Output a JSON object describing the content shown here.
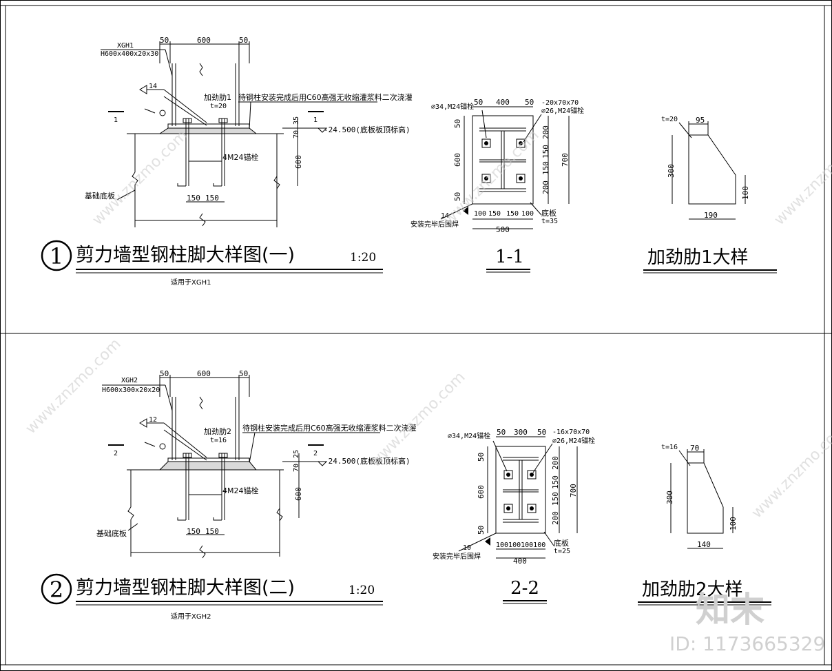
{
  "detail1": {
    "number": "1",
    "title": "剪力墙型钢柱脚大样图(一)",
    "scale": "1:20",
    "applies": "适用于XGH1",
    "column_name": "XGH1",
    "column_size": "H600x400x20x30",
    "dim_left": "50",
    "dim_mid": "600",
    "dim_right": "50",
    "angle": "14",
    "stiffener_label": "加劲肋1",
    "stiffener_t": "t=20",
    "grout_note": "待钢柱安装完成后用C60高强无收缩灌浆料二次浇灌",
    "section_mark": "1",
    "elev_note": "-24.500(底板板顶标高)",
    "dim_70": "70",
    "dim_35": "35",
    "dim_600v": "600",
    "anchor_label": "4M24锚栓",
    "base_label": "基础底板",
    "dim_150a": "150",
    "dim_150b": "150"
  },
  "detail2": {
    "number": "2",
    "title": "剪力墙型钢柱脚大样图(二)",
    "scale": "1:20",
    "applies": "适用于XGH2",
    "column_name": "XGH2",
    "column_size": "H600x300x20x20",
    "dim_left": "50",
    "dim_mid": "600",
    "dim_right": "50",
    "angle": "12",
    "stiffener_label": "加劲肋2",
    "stiffener_t": "t=16",
    "grout_note": "待钢柱安装完成后用C60高强无收缩灌浆料二次浇灌",
    "section_mark": "2",
    "elev_note": "-24.500(底板板顶标高)",
    "dim_70": "70",
    "dim_35": "25",
    "dim_600v": "600",
    "anchor_label": "4M24锚栓",
    "base_label": "基础底板",
    "dim_150a": "150",
    "dim_150b": "150"
  },
  "section1": {
    "title": "1-1",
    "top_50a": "50",
    "top_400": "400",
    "top_50b": "50",
    "hole_note": "⌀34,M24锚栓",
    "washer_note": "-20x70x70",
    "washer_hole": "⌀26,M24锚栓",
    "left_50a": "50",
    "left_600": "600",
    "left_50b": "50",
    "right_200a": "200",
    "right_150a": "150",
    "right_150b": "150",
    "right_200b": "200",
    "right_700": "700",
    "bot_100a": "100",
    "bot_150a": "150",
    "bot_150b": "150",
    "bot_100b": "100",
    "bot_500": "500",
    "weld_14": "14",
    "weld_note": "安装完毕后围焊",
    "plate_label": "底板",
    "plate_t": "t=35"
  },
  "section2": {
    "title": "2-2",
    "top_50a": "50",
    "top_300": "300",
    "top_50b": "50",
    "hole_note": "⌀34,M24锚栓",
    "washer_note": "-16x70x70",
    "washer_hole": "⌀26,M24锚栓",
    "left_50a": "50",
    "left_600": "600",
    "left_50b": "50",
    "right_200a": "200",
    "right_150a": "150",
    "right_150b": "150",
    "right_200b": "200",
    "right_700": "700",
    "bot_dims": "100100100100",
    "bot_400": "400",
    "weld_10": "10",
    "weld_note": "安装完毕后围焊",
    "plate_label": "底板",
    "plate_t": "t=25"
  },
  "rib1": {
    "title": "加劲肋1大样",
    "t": "t=20",
    "top": "95",
    "height": "300",
    "small_h": "100",
    "bottom": "190"
  },
  "rib2": {
    "title": "加劲肋2大样",
    "t": "t=16",
    "top": "70",
    "height": "300",
    "small_h": "100",
    "bottom": "140"
  },
  "watermark": {
    "site": "www.znzmo.com",
    "brand": "知末",
    "id": "ID: 1173665329"
  }
}
